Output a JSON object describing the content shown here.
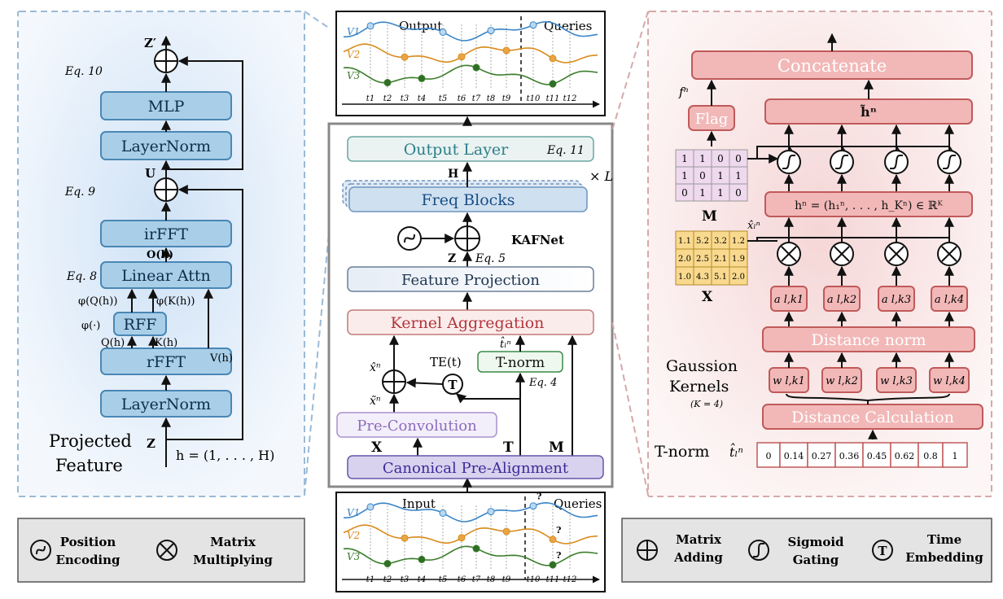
{
  "left_panel": {
    "blocks": {
      "mlp": "MLP",
      "layernorm_top": "LayerNorm",
      "irfft": "irFFT",
      "linear_attn": "Linear Attn",
      "rff": "RFF",
      "rfft": "rFFT",
      "layernorm_bottom": "LayerNorm"
    },
    "labels": {
      "z_prime": "Z′",
      "u": "U",
      "z": "Z",
      "o_h": "O(h)",
      "phi_q": "φ(Q(h))",
      "phi_k": "φ(K(h))",
      "phi": "φ(·)",
      "q_h": "Q(h)",
      "k_h": "K(h)",
      "v_h": "V(h)",
      "eq10": "Eq. 10",
      "eq9": "Eq. 9",
      "eq8": "Eq. 8",
      "heads": "h = (1, . . . , H)",
      "title_line1": "Projected",
      "title_line2": "Feature"
    }
  },
  "middle_panel": {
    "top_plot": {
      "title": "Output",
      "queries": "Queries",
      "series": [
        "V1",
        "V2",
        "V3"
      ],
      "ticks": [
        "t1",
        "t2",
        "t3",
        "t4",
        "t5",
        "t6",
        "t7",
        "t8",
        "t9",
        "t10",
        "t11",
        "t12"
      ]
    },
    "bottom_plot": {
      "title": "Input",
      "queries": "Queries",
      "series": [
        "V1",
        "V2",
        "V3"
      ],
      "ticks": [
        "t1",
        "t2",
        "t3",
        "t4",
        "t5",
        "t6",
        "t7",
        "t8",
        "t9",
        "t10",
        "t11",
        "t12"
      ],
      "unknown_marker": "?"
    },
    "blocks": {
      "output_layer": "Output Layer",
      "freq_blocks": "Freq Blocks",
      "feature_projection": "Feature Projection",
      "kernel_aggregation": "Kernel Aggregation",
      "t_norm": "T-norm",
      "pre_convolution": "Pre-Convolution",
      "canonical_pre_alignment": "Canonical Pre-Alignment"
    },
    "labels": {
      "eq11": "Eq. 11",
      "h": "H",
      "times_l": "× L",
      "kafnet": "KAFNet",
      "eq5": "Eq. 5",
      "z": "Z",
      "t_hat": "t̂ₗⁿ",
      "te_t": "TE(t)",
      "eq4": "Eq. 4",
      "x_hat": "x̂ⁿ",
      "x_tilde": "x̃ⁿ",
      "x": "X",
      "t": "T",
      "m": "M"
    }
  },
  "right_panel": {
    "blocks": {
      "concatenate": "Concatenate",
      "flag": "Flag",
      "h_tilde": "h̃ⁿ",
      "h_vec": "hⁿ = (h₁ⁿ, . . . , h_Kⁿ) ∈ ℝᴷ",
      "distance_norm": "Distance norm",
      "distance_calculation": "Distance Calculation"
    },
    "labels": {
      "f_n": "fⁿ",
      "m": "M",
      "x": "X",
      "x_hat": "x̂ₗⁿ",
      "gaussion_line1": "Gaussion",
      "gaussion_line2": "Kernels",
      "k_eq": "(K = 4)",
      "t_norm": "T-norm",
      "t_hat": "t̂ₗⁿ",
      "a": [
        "a l,k1",
        "a l,k2",
        "a l,k3",
        "a l,k4"
      ],
      "w": [
        "w l,k1",
        "w l,k2",
        "w l,k3",
        "w l,k4"
      ]
    },
    "m_matrix": [
      [
        "1",
        "1",
        "0",
        "0"
      ],
      [
        "1",
        "0",
        "1",
        "1"
      ],
      [
        "0",
        "1",
        "1",
        "0"
      ]
    ],
    "x_matrix": [
      [
        "1.1",
        "5.2",
        "3.2",
        "1.2"
      ],
      [
        "2.0",
        "2.5",
        "2.1",
        "1.9"
      ],
      [
        "1.0",
        "4.3",
        "5.1",
        "2.0"
      ]
    ],
    "t_norm_values": [
      "0",
      "0.14",
      "0.27",
      "0.36",
      "0.45",
      "0.62",
      "0.8",
      "1"
    ]
  },
  "legend_left": {
    "items": [
      {
        "icon": "position-encoding-icon",
        "line1": "Position",
        "line2": "Encoding"
      },
      {
        "icon": "matrix-multiply-icon",
        "line1": "Matrix",
        "line2": "Multiplying"
      }
    ]
  },
  "legend_right": {
    "items": [
      {
        "icon": "matrix-add-icon",
        "line1": "Matrix",
        "line2": "Adding"
      },
      {
        "icon": "sigmoid-gating-icon",
        "line1": "Sigmoid",
        "line2": "Gating"
      },
      {
        "icon": "time-embedding-icon",
        "line1": "Time",
        "line2": "Embedding"
      }
    ]
  },
  "colors": {
    "left_block_fill": "#a9cfe8",
    "left_block_stroke": "#4a87b5",
    "right_block_fill": "#f2b8b8",
    "right_block_stroke": "#c05a5a",
    "v1": "#3a86c8",
    "v2": "#d98b1c",
    "v3": "#3a7d2a"
  }
}
